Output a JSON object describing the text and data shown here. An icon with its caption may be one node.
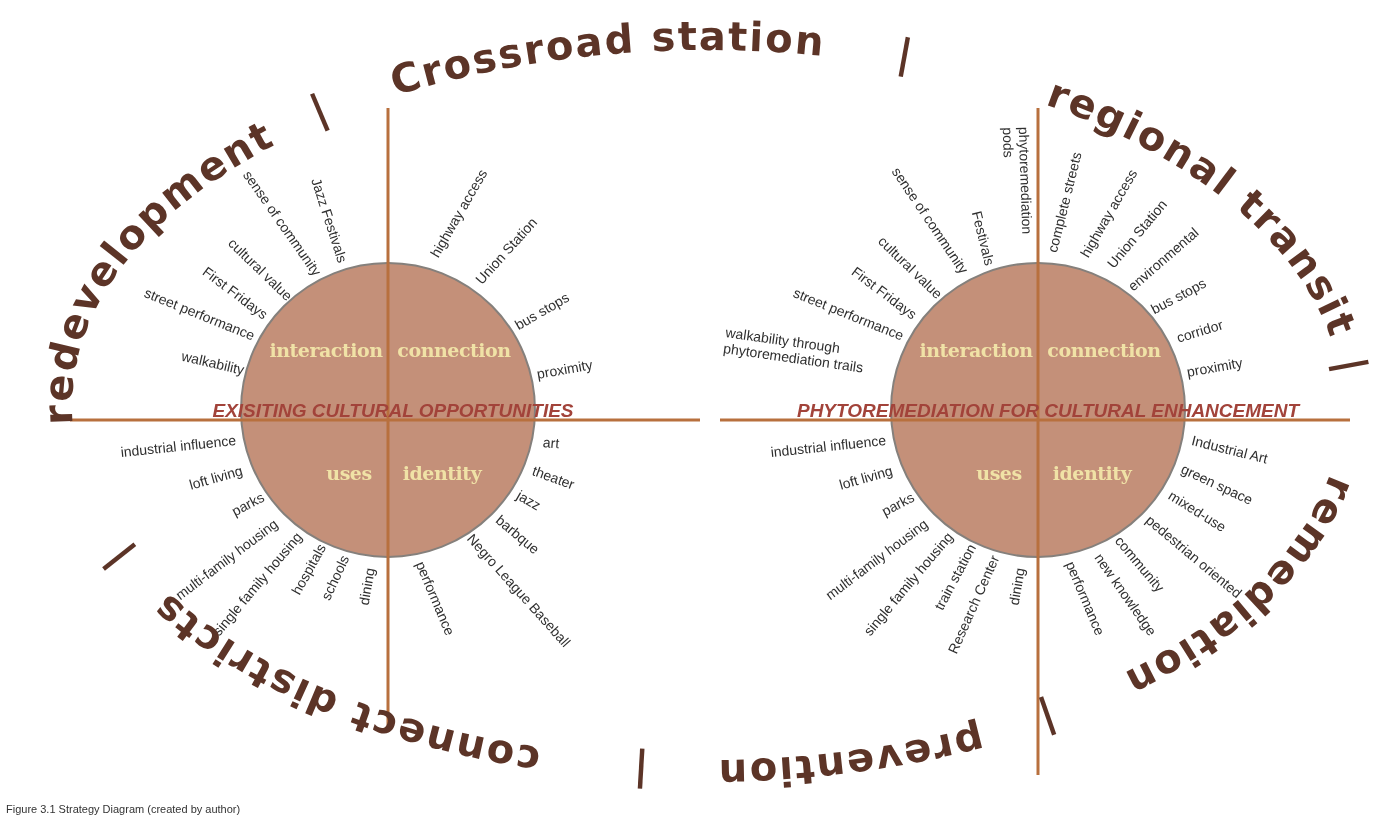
{
  "diagram": {
    "caption": "Figure 3.1 Strategy Diagram (created by author)",
    "nodes": [
      {
        "text": [
          "interaction",
          "connection",
          "uses",
          "identity"
        ]
      },
      {
        "text": [
          "interaction",
          "connection",
          "uses",
          "identity"
        ]
      }
    ],
    "labels": [
      "redevelopment",
      "|",
      "Crossroad station",
      "|",
      "regional transit",
      "|",
      "remediation",
      "|",
      "prevention",
      "|",
      "connect districts",
      "|",
      "EXISITING CULTURAL OPPORTUNITIES",
      "Jazz Festivals",
      "sense of community",
      "cultural value",
      "First Fridays",
      "street performance",
      "walkability",
      "highway access",
      "Union Station",
      "bus stops",
      "proximity",
      "industrial influence",
      "loft living",
      "parks",
      "multi-family housing",
      "single family housing",
      "hospitals",
      "schools",
      "dining",
      "art",
      "theater",
      "jazz",
      "barbque",
      "Negro League Baseball",
      "performance",
      "PHYTOREMEDIATION FOR CULTURAL ENHANCEMENT",
      "phytoremediation pods",
      "Festivals",
      "sense of community",
      "cultural value",
      "First Fridays",
      "street performance",
      "walkability through phytoremediation trails",
      "complete streets",
      "highway access",
      "Union Station",
      "environmental",
      "bus stops",
      "corridor",
      "proximity",
      "industrial influence",
      "loft living",
      "parks",
      "multi-family housing",
      "single family housing",
      "train station",
      "Research Center",
      "dining",
      "Industrial Art",
      "green space",
      "mixed-use",
      "pedestrian oriented",
      "community",
      "new knowledge",
      "performance"
    ]
  }
}
